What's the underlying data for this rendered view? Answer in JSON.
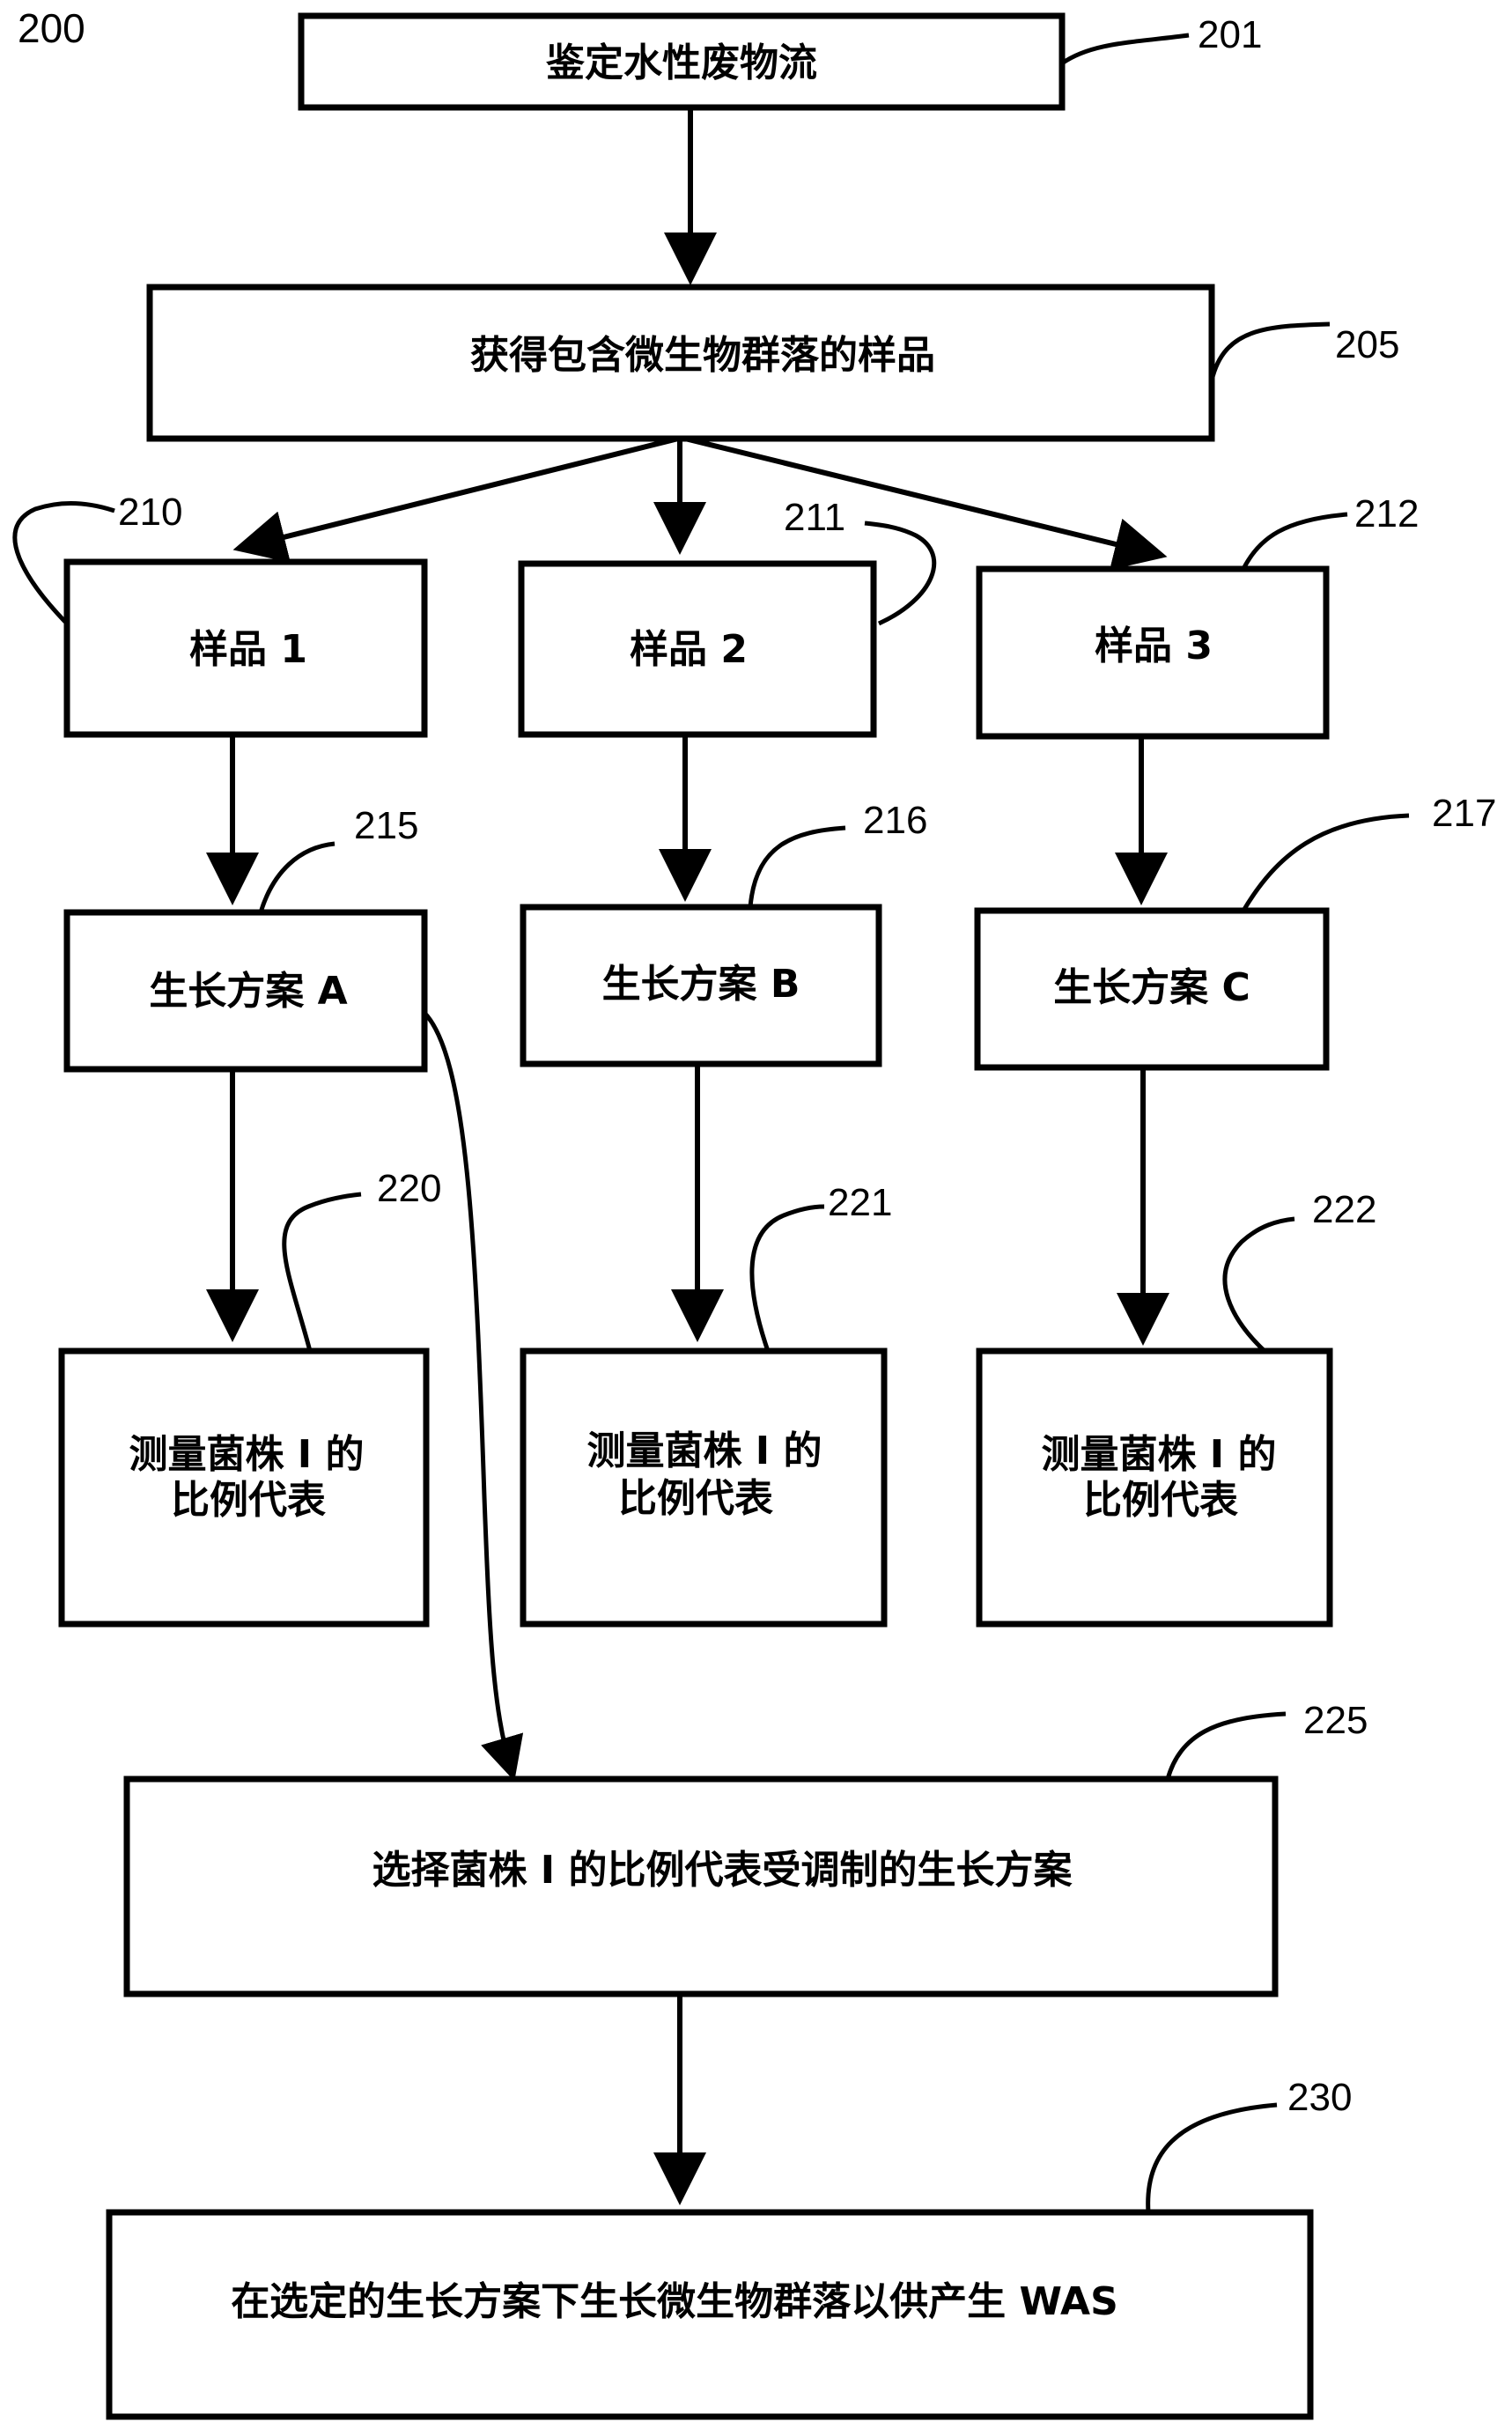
{
  "figure_number": "200",
  "boxes": {
    "b201": {
      "text": "鉴定水性废物流",
      "ref": "201"
    },
    "b205": {
      "text": "获得包含微生物群落的样品",
      "ref": "205"
    },
    "b210": {
      "text": "样品 1",
      "ref": "210"
    },
    "b211": {
      "text": "样品 2",
      "ref": "211"
    },
    "b212": {
      "text": "样品 3",
      "ref": "212"
    },
    "b215": {
      "text": "生长方案 A",
      "ref": "215"
    },
    "b216": {
      "text": "生长方案 B",
      "ref": "216"
    },
    "b217": {
      "text": "生长方案 C",
      "ref": "217"
    },
    "b220": {
      "line1": "测量菌株 I 的",
      "line2": "比例代表",
      "ref": "220"
    },
    "b221": {
      "line1": "测量菌株 I 的",
      "line2": "比例代表",
      "ref": "221"
    },
    "b222": {
      "line1": "测量菌株 I 的",
      "line2": "比例代表",
      "ref": "222"
    },
    "b225": {
      "text": "选择菌株 I 的比例代表受调制的生长方案",
      "ref": "225"
    },
    "b230": {
      "text": "在选定的生长方案下生长微生物群落以供产生 WAS",
      "ref": "230"
    }
  }
}
